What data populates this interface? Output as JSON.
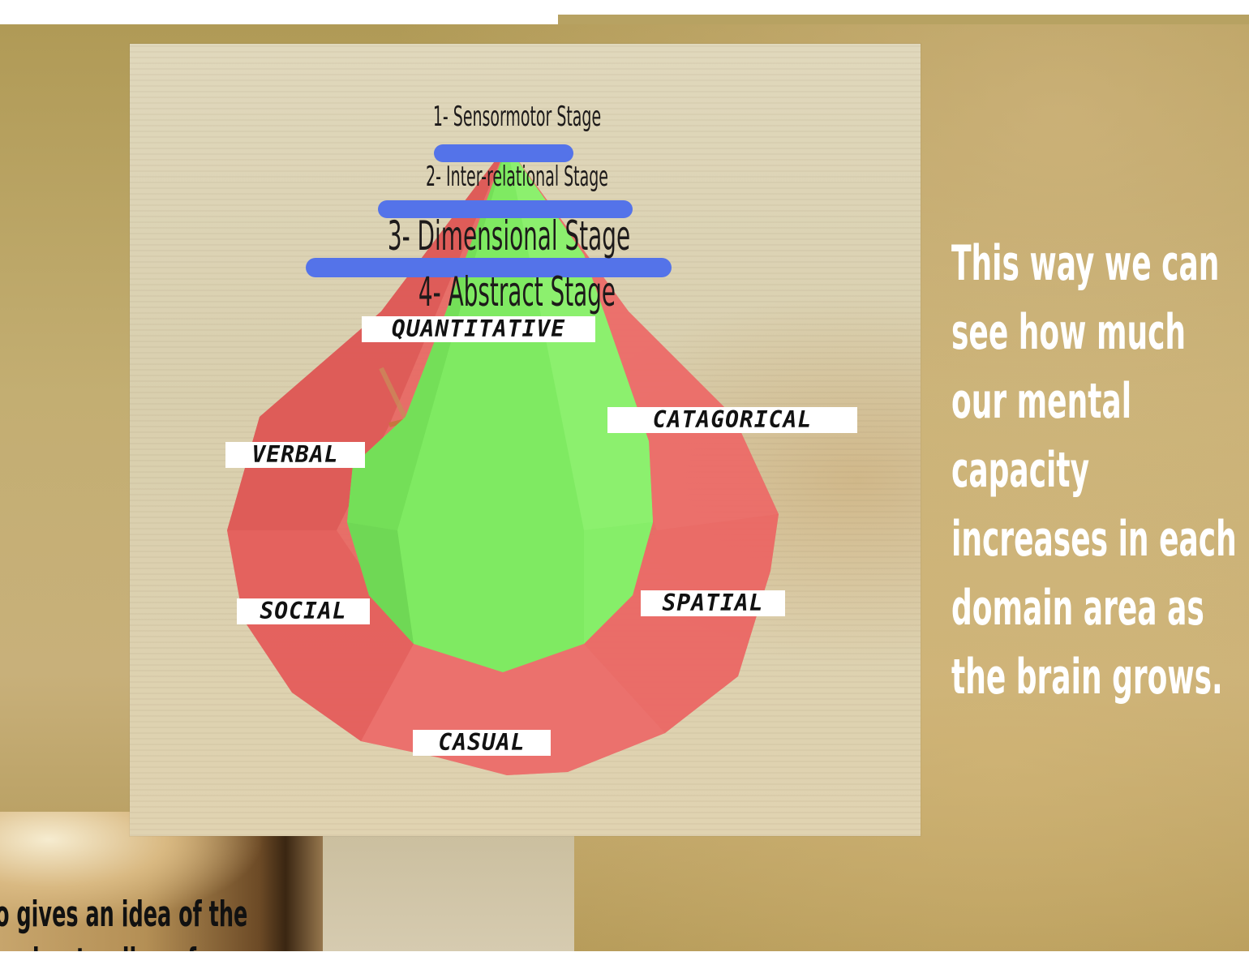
{
  "stages": [
    {
      "label": "1- Sensormotor Stage"
    },
    {
      "label": "2- Inter-relational Stage"
    },
    {
      "label": "3- Dimensional Stage"
    },
    {
      "label": "4- Abstract Stage"
    }
  ],
  "domains": [
    {
      "label": "QUANTITATIVE"
    },
    {
      "label": "CATAGORICAL"
    },
    {
      "label": "VERBAL"
    },
    {
      "label": "SOCIAL"
    },
    {
      "label": "SPATIAL"
    },
    {
      "label": "CASUAL"
    }
  ],
  "caption": {
    "lines": [
      "This way we can",
      "see how much",
      "our mental",
      "capacity",
      "increases in each",
      "domain area as",
      "the brain grows."
    ]
  },
  "bottom_caption": {
    "line1": "o gives an idea of the",
    "line2": "understanding of"
  },
  "colors": {
    "outer_shape": "#e8615f",
    "inner_shape": "#7fea62",
    "stage_bar": "#5473e9",
    "caption_text": "#ffffff"
  }
}
